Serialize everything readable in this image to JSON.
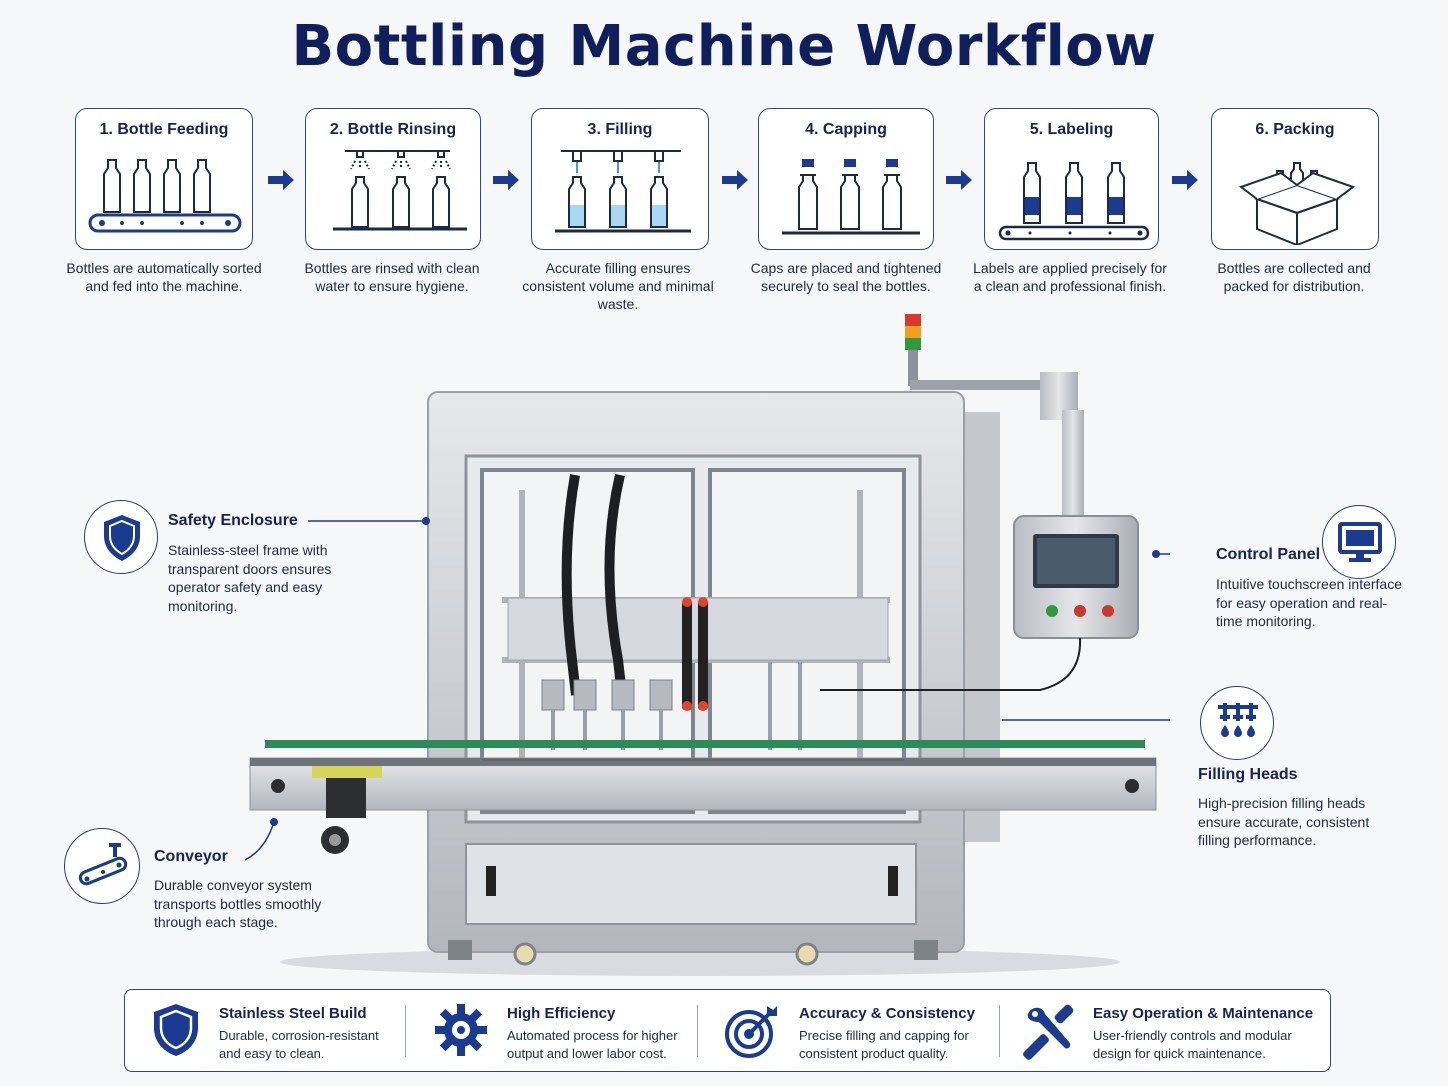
{
  "title": "Bottling Machine Workflow",
  "steps": [
    {
      "title": "1. Bottle Feeding",
      "desc": "Bottles are automatically sorted and fed into the machine.",
      "icon": "bottles-on-conveyor-icon"
    },
    {
      "title": "2. Bottle Rinsing",
      "desc": "Bottles are rinsed with clean water to ensure hygiene.",
      "icon": "rinsing-nozzles-icon"
    },
    {
      "title": "3. Filling",
      "desc": "Accurate filling ensures consistent volume and minimal waste.",
      "icon": "filling-bottles-icon"
    },
    {
      "title": "4. Capping",
      "desc": "Caps are placed and tightened securely to seal the bottles.",
      "icon": "capped-bottles-icon"
    },
    {
      "title": "5. Labeling",
      "desc": "Labels are applied precisely for a clean and professional finish.",
      "icon": "labeled-bottles-icon"
    },
    {
      "title": "6. Packing",
      "desc": "Bottles are collected and packed for distribution.",
      "icon": "packing-box-icon"
    }
  ],
  "callouts": {
    "safety": {
      "title": "Safety Enclosure",
      "desc": "Stainless-steel frame with transparent doors ensures operator safety and easy monitoring.",
      "icon": "shield-icon"
    },
    "control": {
      "title": "Control Panel",
      "desc": "Intuitive touchscreen interface for easy operation and real-time monitoring.",
      "icon": "monitor-icon"
    },
    "filling": {
      "title": "Filling Heads",
      "desc": "High-precision filling heads ensure accurate, consistent filling performance.",
      "icon": "filling-heads-icon"
    },
    "conveyor": {
      "title": "Conveyor",
      "desc": "Durable conveyor system transports bottles smoothly through each stage.",
      "icon": "conveyor-icon"
    }
  },
  "features": [
    {
      "title": "Stainless Steel Build",
      "desc": "Durable, corrosion-resistant and easy to clean.",
      "icon": "shield-icon"
    },
    {
      "title": "High Efficiency",
      "desc": "Automated process for higher output and lower labor cost.",
      "icon": "gear-icon"
    },
    {
      "title": "Accuracy & Consistency",
      "desc": "Precise filling and capping for consistent product quality.",
      "icon": "target-icon"
    },
    {
      "title": "Easy Operation & Maintenance",
      "desc": "User-friendly controls and modular design for quick maintenance.",
      "icon": "tools-icon"
    }
  ],
  "colors": {
    "navy": "#0f1f5c",
    "accent": "#1a3b8f",
    "water": "#a9d6f2",
    "label": "#1a3b8f",
    "steel": "#c9ccd1"
  }
}
